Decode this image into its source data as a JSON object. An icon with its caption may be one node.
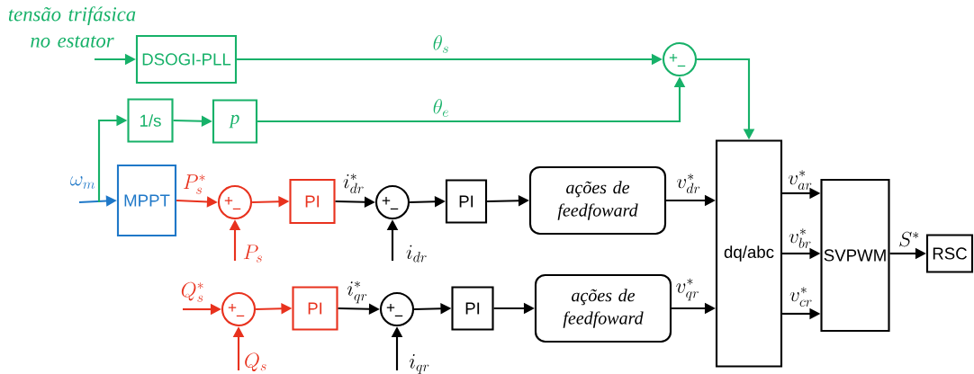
{
  "diagram": {
    "nodes": [
      {
        "text": [
          "DSOGI-PLL"
        ]
      },
      {
        "text": [
          "1/s"
        ]
      },
      {
        "text": [
          "p"
        ]
      },
      {
        "text": [
          "+",
          "−"
        ]
      },
      {
        "text": [
          "MPPT"
        ]
      },
      {
        "text": [
          "+",
          "−"
        ]
      },
      {
        "text": [
          "PI"
        ]
      },
      {
        "text": [
          "+",
          "−"
        ]
      },
      {
        "text": [
          "PI"
        ]
      },
      {
        "text": [
          "ações de feedfoward"
        ]
      },
      {
        "text": [
          "+",
          "−"
        ]
      },
      {
        "text": [
          "PI"
        ]
      },
      {
        "text": [
          "+",
          "−"
        ]
      },
      {
        "text": [
          "PI"
        ]
      },
      {
        "text": [
          "ações de feedfoward"
        ]
      },
      {
        "text": [
          "dq/abc"
        ]
      },
      {
        "text": [
          "SVPWM"
        ]
      },
      {
        "text": [
          "RSC"
        ]
      }
    ],
    "edges": [
      {
        "from": null,
        "to": 0,
        "arrow": "to",
        "label": "tensão trifásica no estator",
        "color": "#17b169"
      },
      {
        "from": 0,
        "to": 3,
        "arrow": "to",
        "label": "\\theta_s",
        "color": "#17b169"
      },
      {
        "from": null,
        "to": 4,
        "arrow": "to",
        "label": "\\omega_m",
        "color": "#1f78c8"
      },
      {
        "from": null,
        "to": 1,
        "arrow": "to",
        "color": "#17b169"
      },
      {
        "from": 1,
        "to": 2,
        "arrow": "to",
        "color": "#17b169"
      },
      {
        "from": 2,
        "to": 3,
        "arrow": "to",
        "label": "\\theta_e",
        "color": "#17b169"
      },
      {
        "from": 3,
        "to": 15,
        "arrow": "to",
        "color": "#17b169"
      },
      {
        "from": 4,
        "to": 5,
        "arrow": "to",
        "label": "P_s^*",
        "color": "#e8321e"
      },
      {
        "from": null,
        "to": 5,
        "arrow": "to",
        "label": "P_s",
        "color": "#e8321e"
      },
      {
        "from": 5,
        "to": 6,
        "arrow": "to",
        "color": "#e8321e"
      },
      {
        "from": 6,
        "to": 7,
        "arrow": "to",
        "label": "i_{dr}^*"
      },
      {
        "from": null,
        "to": 7,
        "arrow": "to",
        "label": "i_{dr}"
      },
      {
        "from": 7,
        "to": 8,
        "arrow": "to"
      },
      {
        "from": 8,
        "to": 9,
        "arrow": "to"
      },
      {
        "from": 9,
        "to": 15,
        "arrow": "to",
        "label": "v_{dr}^*"
      },
      {
        "from": null,
        "to": 10,
        "arrow": "to",
        "label": "Q_s^*",
        "color": "#e8321e"
      },
      {
        "from": null,
        "to": 10,
        "arrow": "to",
        "label": "Q_s",
        "color": "#e8321e"
      },
      {
        "from": 10,
        "to": 11,
        "arrow": "to",
        "color": "#e8321e"
      },
      {
        "from": 11,
        "to": 12,
        "arrow": "to",
        "label": "i_{qr}^*"
      },
      {
        "from": null,
        "to": 12,
        "arrow": "to",
        "label": "i_{qr}"
      },
      {
        "from": 12,
        "to": 13,
        "arrow": "to"
      },
      {
        "from": 13,
        "to": 14,
        "arrow": "to"
      },
      {
        "from": 14,
        "to": 15,
        "arrow": "to",
        "label": "v_{qr}^*"
      },
      {
        "from": 15,
        "to": 16,
        "arrow": "to",
        "label": "v_{ar}^*"
      },
      {
        "from": 15,
        "to": 16,
        "arrow": "to",
        "label": "v_{br}^*"
      },
      {
        "from": 15,
        "to": 16,
        "arrow": "to",
        "label": "v_{cr}^*"
      },
      {
        "from": 16,
        "to": 17,
        "arrow": "to",
        "label": "S^*"
      }
    ]
  }
}
